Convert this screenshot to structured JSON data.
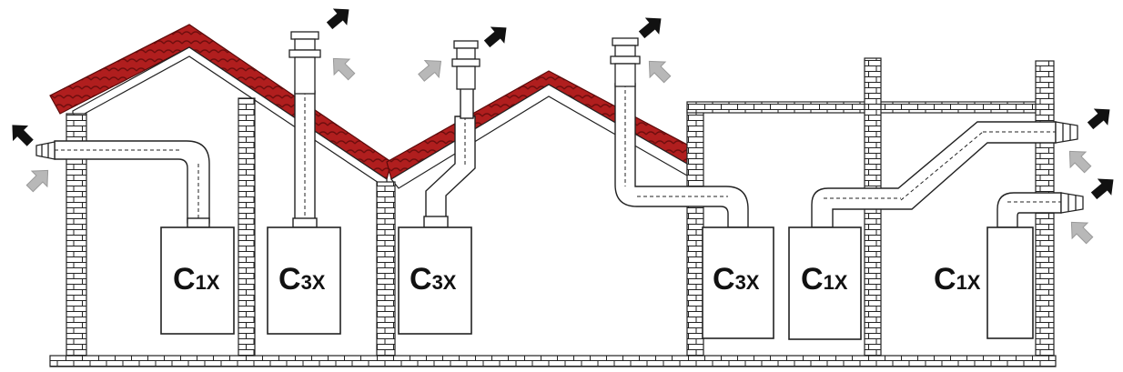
{
  "boilers": [
    {
      "main": "C",
      "sub": "1X"
    },
    {
      "main": "C",
      "sub": "3X"
    },
    {
      "main": "C",
      "sub": "3X"
    },
    {
      "main": "C",
      "sub": "3X"
    },
    {
      "main": "C",
      "sub": "1X"
    },
    {
      "main": "C",
      "sub": "1X"
    }
  ],
  "colors": {
    "roof_tile": "#b01e1e",
    "roof_tile_dark": "#7a1010",
    "outlet_arrow": "#111111",
    "inlet_arrow": "#b8b8b8",
    "line": "#222222",
    "wall_fill": "#ffffff"
  },
  "icons": {
    "outlet": "exhaust-outlet-arrow-icon",
    "inlet": "air-inlet-arrow-icon",
    "terminal": "flue-terminal-icon"
  }
}
